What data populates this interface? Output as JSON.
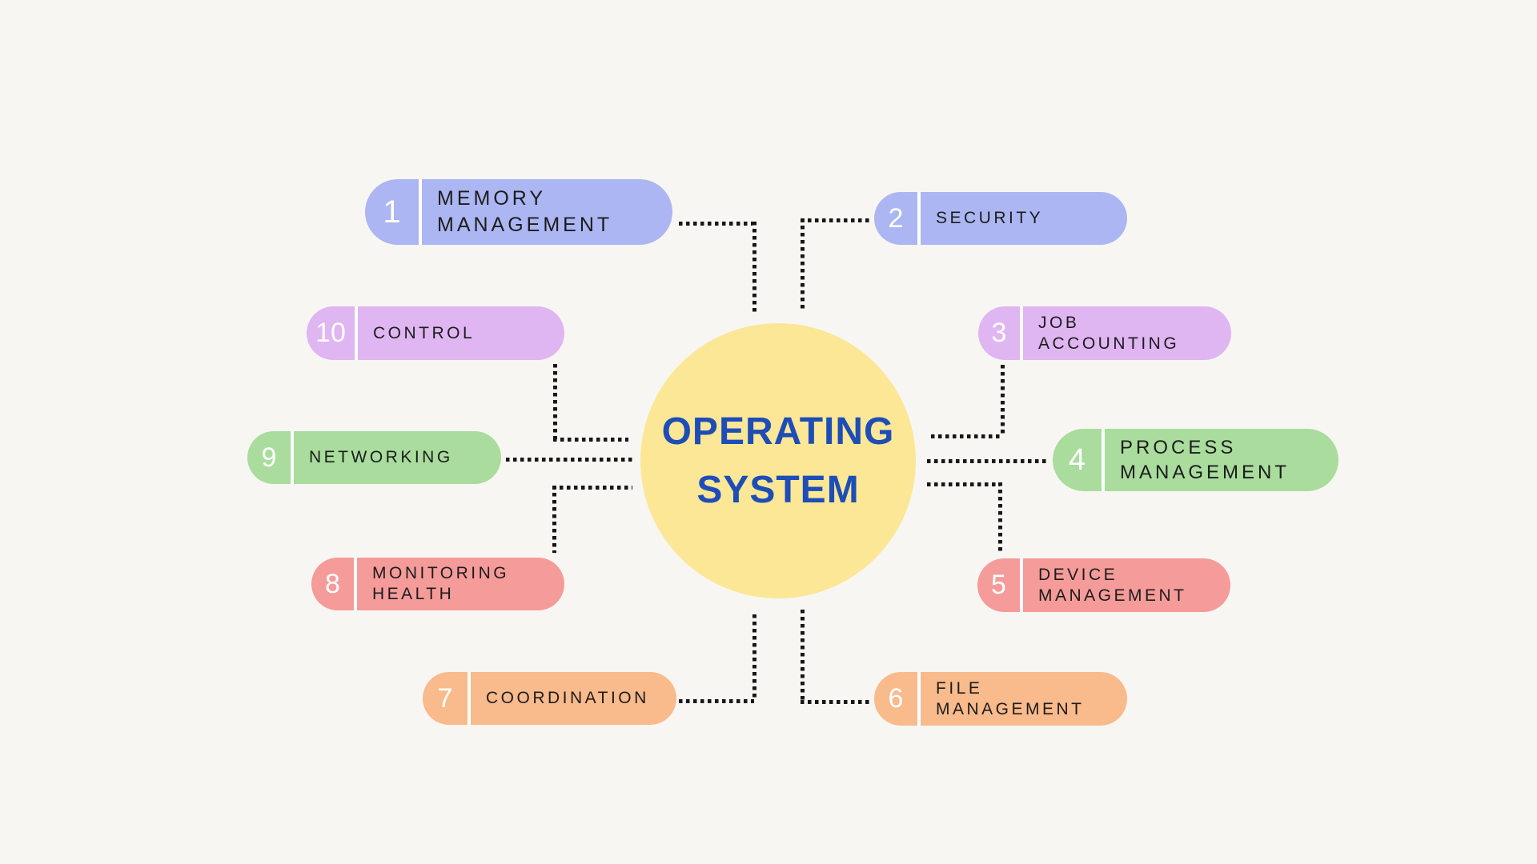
{
  "background_color": "#F8F6F2",
  "connector_color": "#171717",
  "center": {
    "title_line1": "OPERATING",
    "title_line2": "SYSTEM",
    "circle_color": "#FBE795",
    "text_color": "#1E4DB7"
  },
  "nodes": [
    {
      "number": "1",
      "label": "MEMORY MANAGEMENT",
      "lines": [
        "MEMORY",
        "MANAGEMENT"
      ],
      "color": "#ACB6F2"
    },
    {
      "number": "2",
      "label": "SECURITY",
      "lines": [
        "SECURITY"
      ],
      "color": "#ACB6F2"
    },
    {
      "number": "3",
      "label": "JOB ACCOUNTING",
      "lines": [
        "JOB",
        "ACCOUNTING"
      ],
      "color": "#DFB5F2"
    },
    {
      "number": "4",
      "label": "PROCESS MANAGEMENT",
      "lines": [
        "PROCESS",
        "MANAGEMENT"
      ],
      "color": "#A9DC9D"
    },
    {
      "number": "5",
      "label": "DEVICE MANAGEMENT",
      "lines": [
        "DEVICE",
        "MANAGEMENT"
      ],
      "color": "#F59B9A"
    },
    {
      "number": "6",
      "label": "FILE MANAGEMENT",
      "lines": [
        "FILE",
        "MANAGEMENT"
      ],
      "color": "#F9BA8C"
    },
    {
      "number": "7",
      "label": "COORDINATION",
      "lines": [
        "COORDINATION"
      ],
      "color": "#F9BA8C"
    },
    {
      "number": "8",
      "label": "MONITORING HEALTH",
      "lines": [
        "MONITORING",
        "HEALTH"
      ],
      "color": "#F59B9A"
    },
    {
      "number": "9",
      "label": "NETWORKING",
      "lines": [
        "NETWORKING"
      ],
      "color": "#A9DC9D"
    },
    {
      "number": "10",
      "label": "CONTROL",
      "lines": [
        "CONTROL"
      ],
      "color": "#DFB5F2"
    }
  ]
}
